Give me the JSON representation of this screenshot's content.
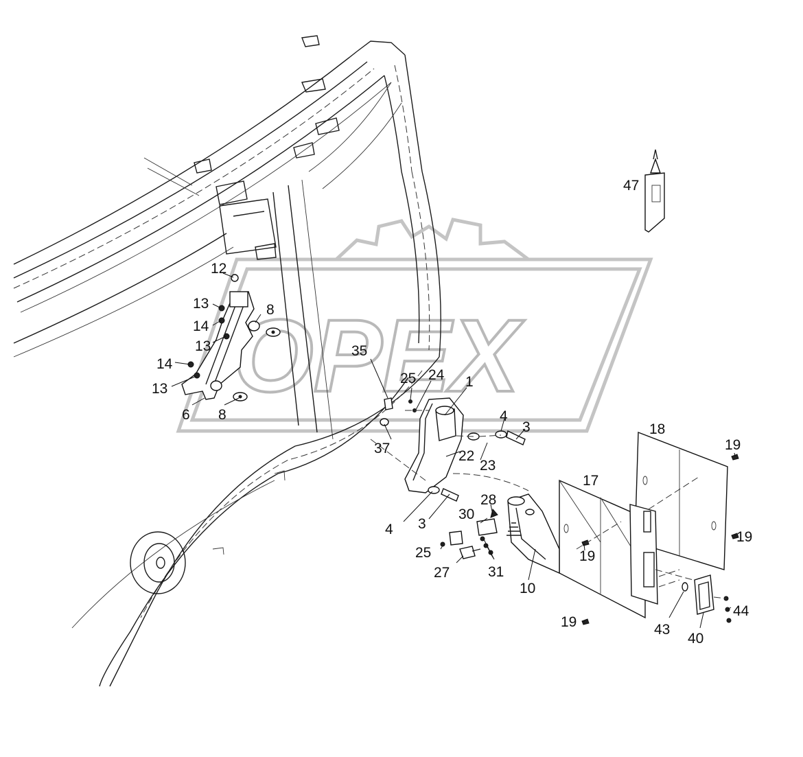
{
  "watermark": {
    "text": "OPEX"
  },
  "callouts": [
    "47",
    "12",
    "13",
    "14",
    "13",
    "8",
    "14",
    "13",
    "6",
    "8",
    "35",
    "25",
    "24",
    "1",
    "4",
    "3",
    "22",
    "37",
    "23",
    "4",
    "3",
    "18",
    "19",
    "17",
    "28",
    "30",
    "25",
    "27",
    "31",
    "19",
    "10",
    "19",
    "19",
    "43",
    "44",
    "40"
  ]
}
